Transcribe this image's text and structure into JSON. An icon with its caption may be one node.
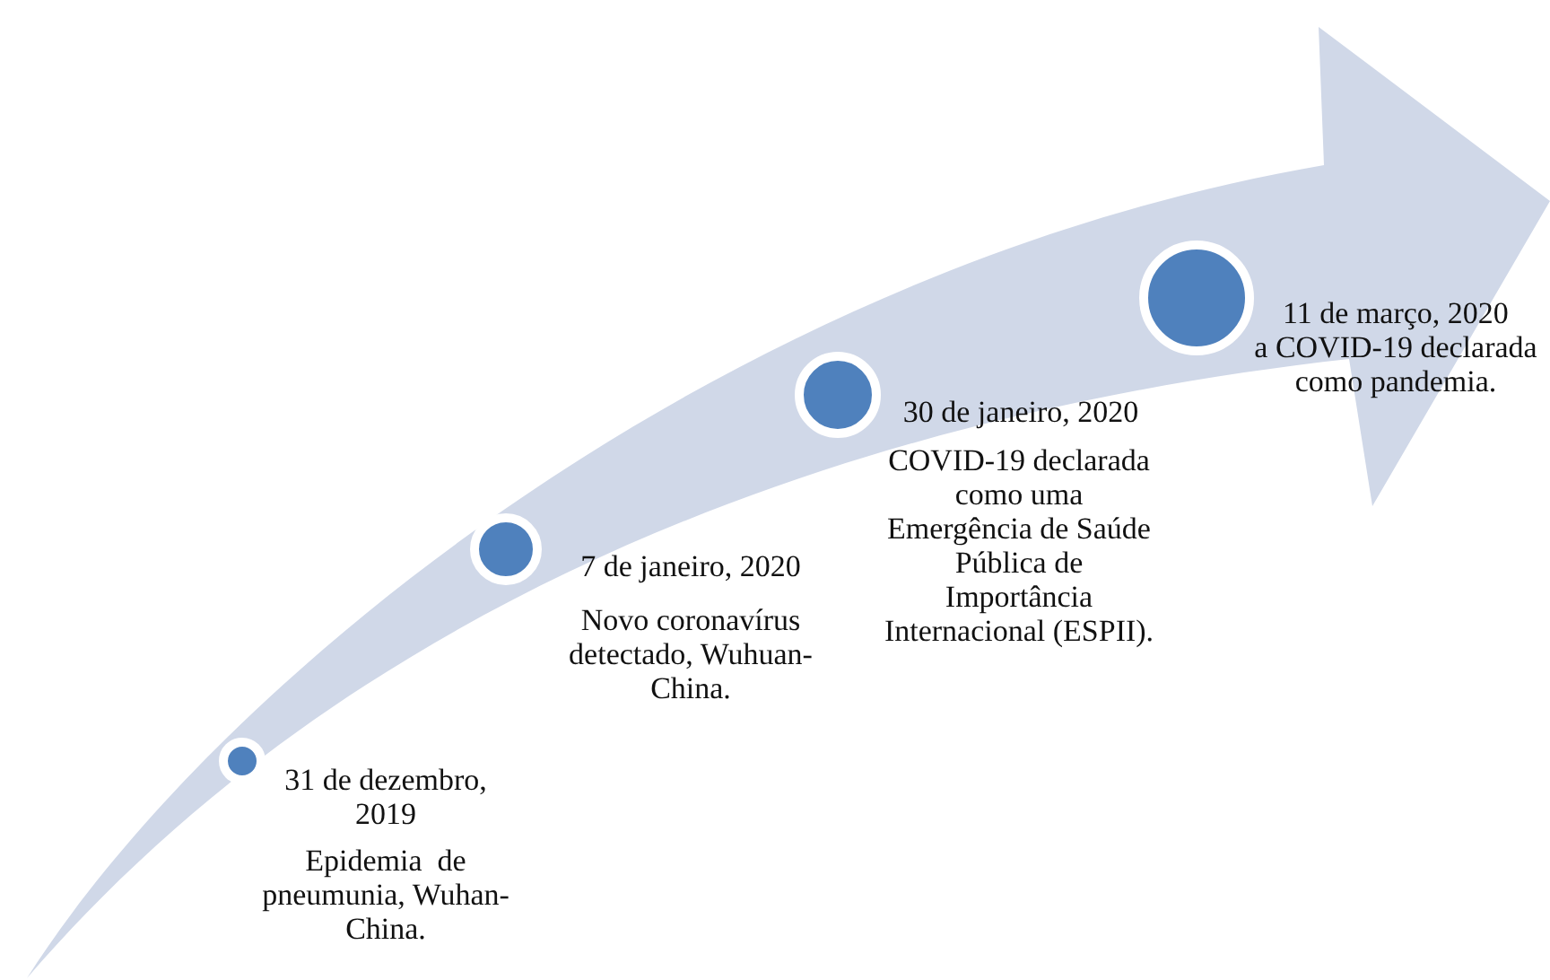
{
  "diagram": {
    "nodes": [
      {
        "text": [],
        "shape": "circle",
        "beside": [
          "31 de dezembro, 2019",
          "Epidemia  de pneumunia, Wuhan-China."
        ]
      },
      {
        "text": [],
        "shape": "circle",
        "beside": [
          "7 de janeiro, 2020",
          "Novo coronavírus detectado, Wuhuan-China."
        ]
      },
      {
        "text": [],
        "shape": "circle",
        "beside": [
          "30 de janeiro, 2020",
          "COVID-19 declarada como uma Emergência de Saúde Pública de Importância Internacional (ESPII)."
        ]
      },
      {
        "text": [],
        "shape": "circle",
        "beside": [
          "11 de março, 2020",
          "a COVID-19 declarada como pandemia."
        ]
      }
    ]
  }
}
